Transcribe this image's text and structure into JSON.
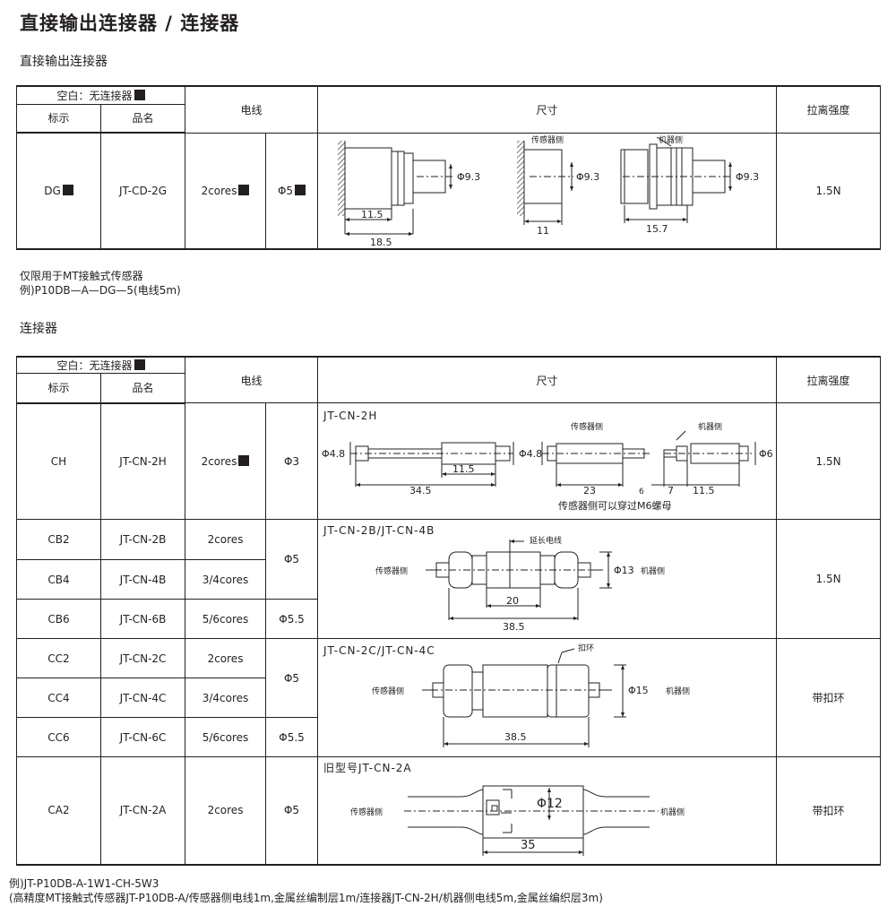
{
  "page": {
    "title": "直接输出连接器 / 连接器"
  },
  "direct": {
    "section_title": "直接输出连接器",
    "header": {
      "blank_note": "空白：无连接器",
      "code": "标示",
      "model": "品名",
      "cable": "电线",
      "dimension": "尺寸",
      "pull_strength": "拉离强度"
    },
    "row": {
      "code": "DG",
      "model": "JT-CD-2G",
      "cores": "2cores",
      "diameter": "Φ5",
      "strength": "1.5N"
    },
    "drawing": {
      "sensor_side": "传感器侧",
      "machine_side": "机器侧",
      "d1_dia": "Φ9.3",
      "d1_len_a": "11.5",
      "d1_len_b": "18.5",
      "d2_dia": "Φ9.3",
      "d2_len": "11",
      "d3_dia": "Φ9.3",
      "d3_len": "15.7"
    },
    "notes": [
      "仅限用于MT接触式传感器",
      "例)P10DB—A—DG—5(电线5m)"
    ]
  },
  "connector": {
    "section_title": "连接器",
    "header": {
      "blank_note": "空白：无连接器",
      "code": "标示",
      "model": "品名",
      "cable": "电线",
      "dimension": "尺寸",
      "pull_strength": "拉离强度"
    },
    "rows": [
      {
        "code": "CH",
        "model": "JT-CN-2H",
        "cores": "2cores",
        "diameter": "Φ3",
        "strength": "1.5N"
      },
      {
        "code": "CB2",
        "model": "JT-CN-2B",
        "cores": "2cores",
        "diameter": "Φ5",
        "strength": "1.5N"
      },
      {
        "code": "CB4",
        "model": "JT-CN-4B",
        "cores": "3/4cores"
      },
      {
        "code": "CB6",
        "model": "JT-CN-6B",
        "cores": "5/6cores",
        "diameter": "Φ5.5"
      },
      {
        "code": "CC2",
        "model": "JT-CN-2C",
        "cores": "2cores",
        "diameter": "Φ5",
        "strength": "带扣环"
      },
      {
        "code": "CC4",
        "model": "JT-CN-4C",
        "cores": "3/4cores"
      },
      {
        "code": "CC6",
        "model": "JT-CN-6C",
        "cores": "5/6cores",
        "diameter": "Φ5.5"
      },
      {
        "code": "CA2",
        "model": "JT-CN-2A",
        "cores": "2cores",
        "diameter": "Φ5",
        "strength": "带扣环"
      }
    ],
    "drawings": {
      "h": {
        "title": "JT-CN-2H",
        "sensor_side": "传感器侧",
        "machine_side": "机器侧",
        "dia_a": "Φ4.8",
        "len_a": "34.5",
        "len_b": "11.5",
        "dia_b": "Φ4.8",
        "len_c": "23",
        "len_d": "6",
        "len_e": "7",
        "len_f": "11.5",
        "dia_c": "Φ6",
        "note": "传感器侧可以穿过M6螺母"
      },
      "b": {
        "title": "JT-CN-2B/JT-CN-4B",
        "extension": "延长电线",
        "sensor_side": "传感器侧",
        "machine_side": "机器侧",
        "dia": "Φ13",
        "len_a": "20",
        "len_b": "38.5"
      },
      "c": {
        "title": "JT-CN-2C/JT-CN-4C",
        "ring": "扣环",
        "sensor_side": "传感器侧",
        "machine_side": "机器侧",
        "dia": "Φ15",
        "len": "38.5"
      },
      "a": {
        "title": "旧型号JT-CN-2A",
        "sensor_side": "传感器侧",
        "machine_side": "机器侧",
        "dia": "Φ12",
        "len": "35"
      }
    },
    "notes": [
      "例)JT-P10DB-A-1W1-CH-5W3",
      "(高精度MT接触式传感器JT-P10DB-A/传感器侧电线1m,金属丝编制层1m/连接器JT-CN-2H/机器侧电线5m,金属丝编织层3m)"
    ]
  }
}
